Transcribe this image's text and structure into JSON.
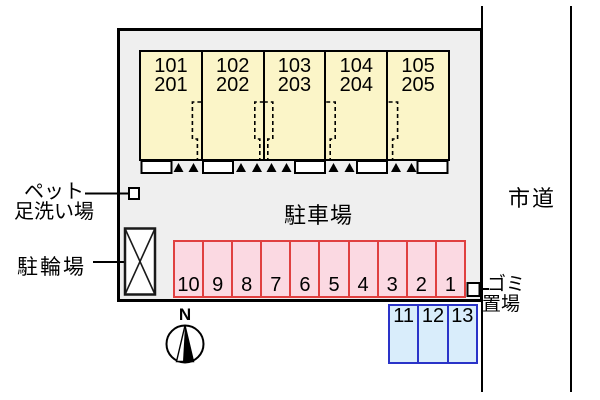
{
  "building": {
    "units": [
      {
        "upper": "101",
        "lower": "201"
      },
      {
        "upper": "102",
        "lower": "202"
      },
      {
        "upper": "103",
        "lower": "203"
      },
      {
        "upper": "104",
        "lower": "204"
      },
      {
        "upper": "105",
        "lower": "205"
      }
    ]
  },
  "labels": {
    "parking_area": "駐車場",
    "city_road": "市道",
    "pet_wash": {
      "line1": "ペット",
      "line2": "足洗い場"
    },
    "bicycle_parking": "駐輪場",
    "garbage": {
      "line1": "ゴミ",
      "line2": "置場"
    },
    "compass_north": "N"
  },
  "parking": {
    "main_row": [
      "10",
      "9",
      "8",
      "7",
      "6",
      "5",
      "4",
      "3",
      "2",
      "1"
    ],
    "extra_row": [
      "11",
      "12",
      "13"
    ]
  },
  "colors": {
    "site_fill": "#EFEFEF",
    "site_border": "#000000",
    "building_fill": "#FBF5C8",
    "parking_fill": "#FBD9E2",
    "parking_border": "#E04040",
    "extra_parking_fill": "#D9EDFB",
    "extra_parking_border": "#2A33C8"
  }
}
